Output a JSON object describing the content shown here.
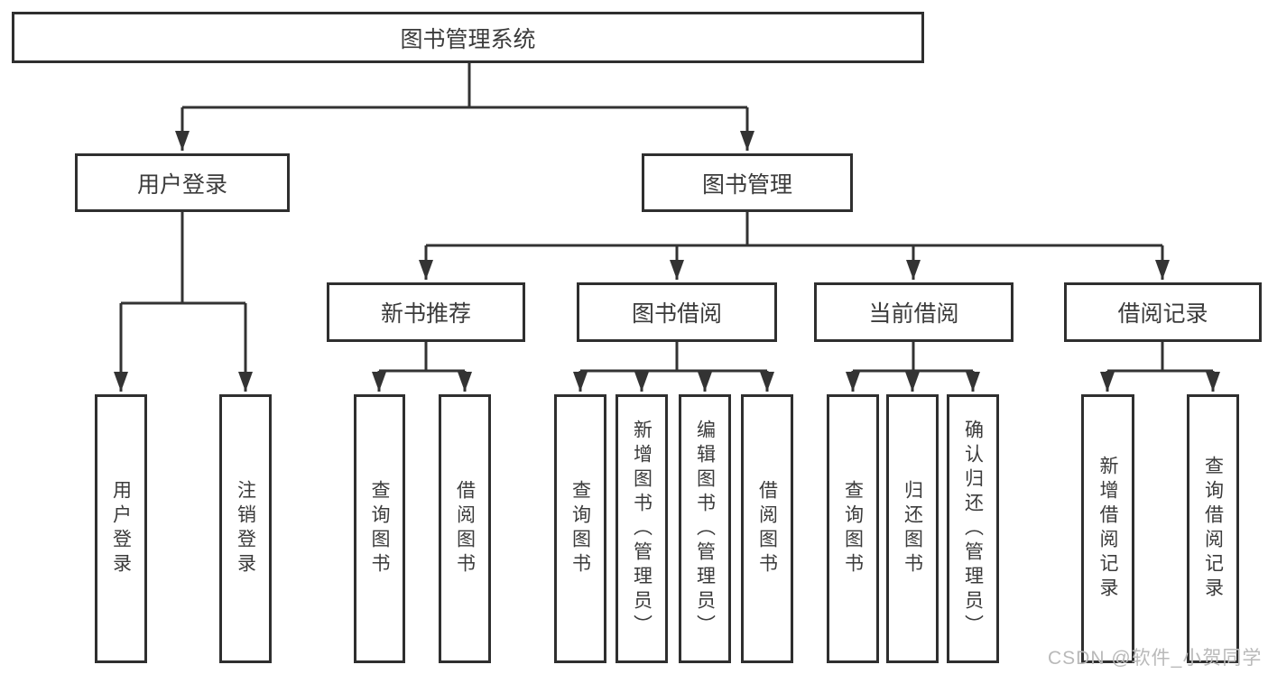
{
  "tree": {
    "label": "图书管理系统",
    "children": [
      {
        "label": "用户登录",
        "children": [
          {
            "label": "用户登录"
          },
          {
            "label": "注销登录"
          }
        ]
      },
      {
        "label": "图书管理",
        "children": [
          {
            "label": "新书推荐",
            "children": [
              {
                "label": "查询图书"
              },
              {
                "label": "借阅图书"
              }
            ]
          },
          {
            "label": "图书借阅",
            "children": [
              {
                "label": "查询图书"
              },
              {
                "label": "新增图书（管理员）"
              },
              {
                "label": "编辑图书（管理员）"
              },
              {
                "label": "借阅图书"
              }
            ]
          },
          {
            "label": "当前借阅",
            "children": [
              {
                "label": "查询图书"
              },
              {
                "label": "归还图书"
              },
              {
                "label": "确认归还（管理员）"
              }
            ]
          },
          {
            "label": "借阅记录",
            "children": [
              {
                "label": "新增借阅记录"
              },
              {
                "label": "查询借阅记录"
              }
            ]
          }
        ]
      }
    ]
  },
  "watermark": {
    "text": "CSDN @软件_小贺同学"
  },
  "colors": {
    "line": "#333333",
    "node_border": "#2f2f2f",
    "text": "#3b3b3b",
    "watermark": "#b9b9b9",
    "background": "#ffffff"
  }
}
